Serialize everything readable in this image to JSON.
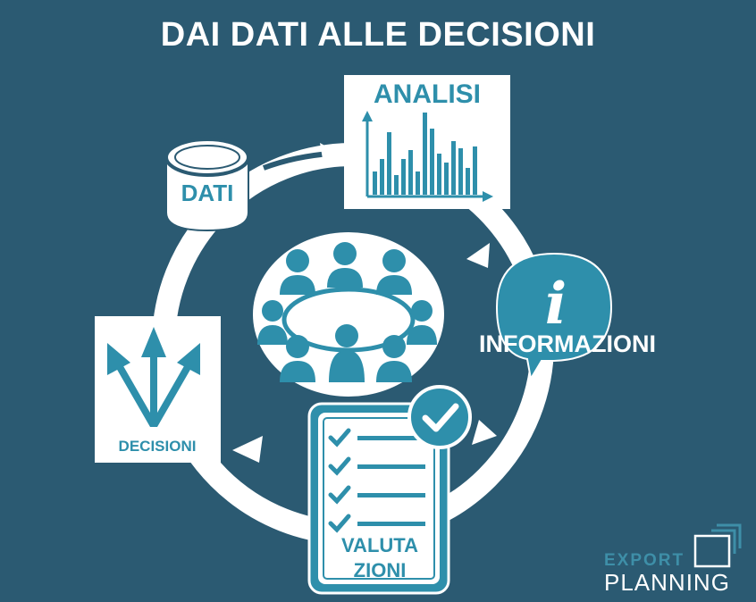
{
  "title": "DAI DATI ALLE DECISIONI",
  "colors": {
    "background": "#2b5a72",
    "accent": "#2e8fab",
    "panel": "#ffffff"
  },
  "nodes": {
    "dati": "DATI",
    "analisi": "ANALISI",
    "informazioni": "INFORMAZIONI",
    "informazioni_icon_letter": "i",
    "valutazioni_line1": "VALUTA",
    "valutazioni_line2": "ZIONI",
    "decisioni": "DECISIONI"
  },
  "logo": {
    "top": "EXPORT",
    "bottom": "PLANNING"
  }
}
